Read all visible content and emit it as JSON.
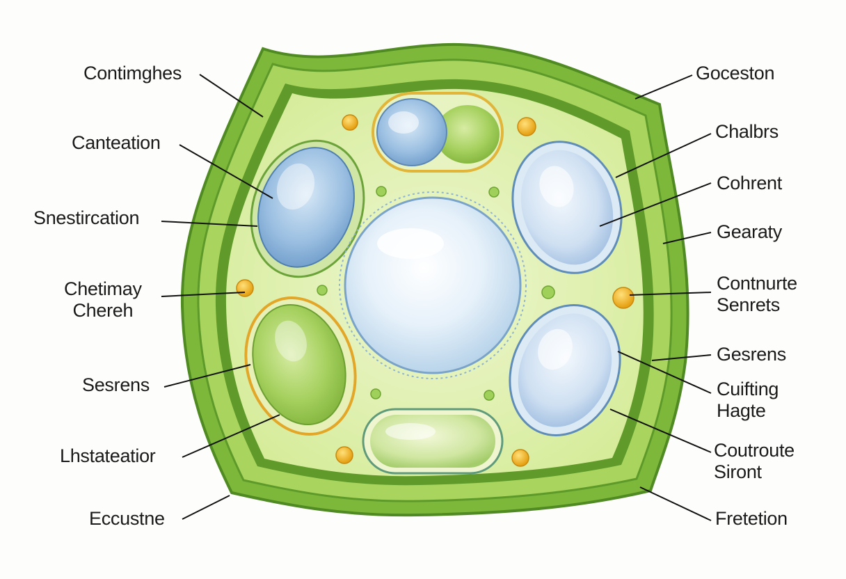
{
  "labels_left": [
    {
      "text": "Contimghes"
    },
    {
      "text": "Canteation"
    },
    {
      "text": "Snestircation"
    },
    {
      "text": "Chetimay\nCherеh"
    },
    {
      "text": "Sesrens"
    },
    {
      "text": "Lhstateatior"
    },
    {
      "text": "Eccustne"
    }
  ],
  "labels_right": [
    {
      "text": "Goceston"
    },
    {
      "text": "Chalbrs"
    },
    {
      "text": "Cohrent"
    },
    {
      "text": "Gearaty"
    },
    {
      "text": "Contnurte\nSenrets"
    },
    {
      "text": "Gesrens"
    },
    {
      "text": "Cuifting\nHagte"
    },
    {
      "text": "Coutroute\nSiront"
    },
    {
      "text": "Fretetion"
    }
  ],
  "colors": {
    "wall_dark": "#5f9a2a",
    "wall_mid": "#8cc63f",
    "wall_light": "#b9dd6e",
    "cytoplasm": "#e4f2b8",
    "vacuole": "#dcecf7",
    "blue_organelle": "#8fb8de",
    "green_organelle": "#9ccc55",
    "yellow_dot": "#f2b51f",
    "line": "#111111"
  }
}
